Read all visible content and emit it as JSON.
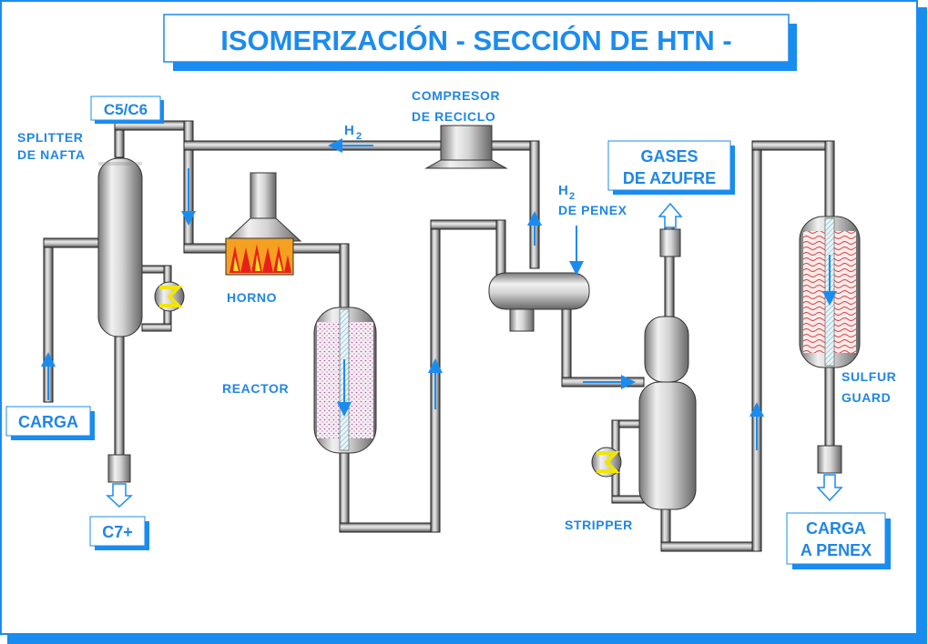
{
  "title": "ISOMERIZACIÓN - SECCIÓN DE HTN -",
  "labels": {
    "c5c6": "C5/C6",
    "splitter_line1": "SPLITTER",
    "splitter_line2": "DE NAFTA",
    "h2_recycle": "H",
    "h2_recycle_sub": "2",
    "compresor_line1": "COMPRESOR",
    "compresor_line2": "DE RECICLO",
    "h2_penex": "H",
    "h2_penex_sub": "2",
    "h2_penex_line2": "DE PENEX",
    "gases_line1": "GASES",
    "gases_line2": "DE AZUFRE",
    "horno": "HORNO",
    "reactor": "REACTOR",
    "carga": "CARGA",
    "c7plus": "C7+",
    "stripper": "STRIPPER",
    "sulfur_line1": "SULFUR",
    "sulfur_line2": "GUARD",
    "carga_penex_line1": "CARGA",
    "carga_penex_line2": "A PENEX"
  },
  "colors": {
    "text": "#1f86e6",
    "border": "#1a8cf0",
    "shadow": "#1a8cf0",
    "flame_red": "#e8201a",
    "flame_orange": "#f7a51c",
    "exchanger_yellow": "#f2e600"
  }
}
